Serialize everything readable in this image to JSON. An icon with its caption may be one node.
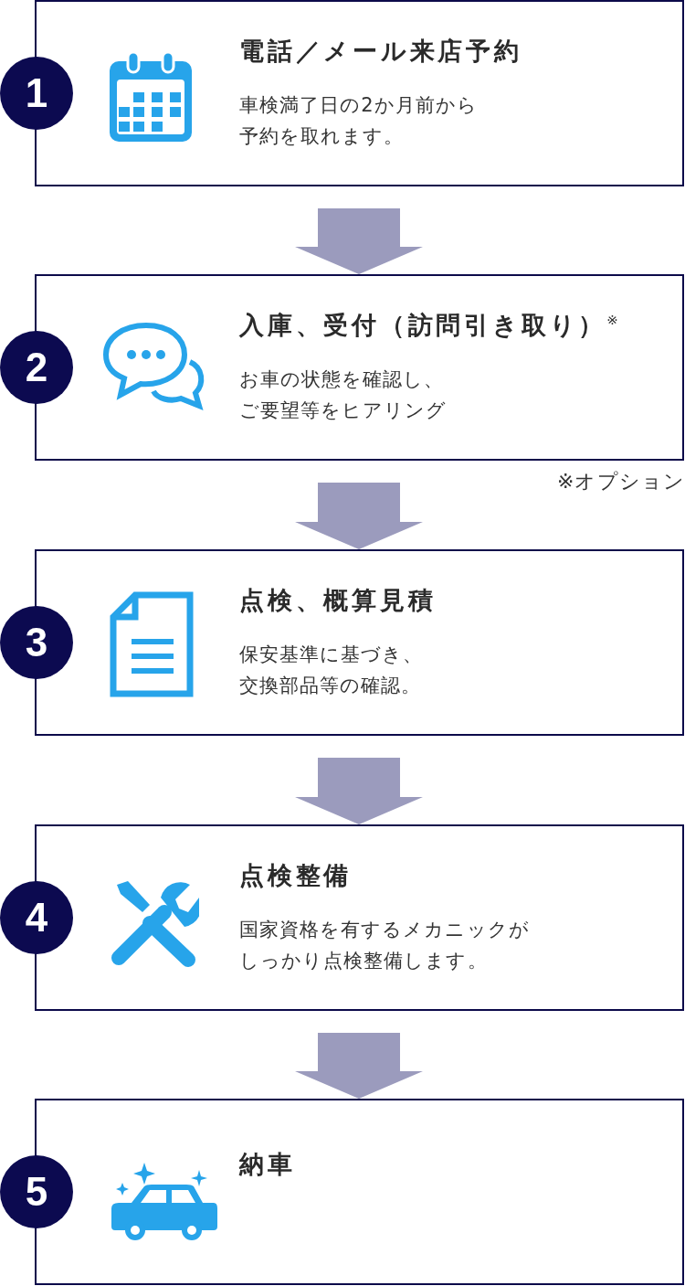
{
  "diagram": {
    "nodes": [
      {
        "text": [
          "1"
        ]
      },
      {
        "text": [
          "電話／メール来店予約",
          "車検満了日の2か月前から予約を取れます。"
        ]
      },
      {
        "text": [
          "2"
        ]
      },
      {
        "text": [
          "入庫、受付（訪問引き取り）$^{※}$",
          "お車の状態を確認し、ご要望等をヒアリング"
        ]
      },
      {
        "text": [
          "3"
        ]
      },
      {
        "text": [
          "点検、概算見積",
          "保安基準に基づき、交換部品等の確認。"
        ]
      },
      {
        "text": [
          "4"
        ]
      },
      {
        "text": [
          "点検整備",
          "国家資格を有するメカニックがしっかり点検整備します。"
        ]
      },
      {
        "text": [
          "5"
        ]
      },
      {
        "text": [
          "納車"
        ]
      }
    ],
    "edges": [
      {
        "from": 1,
        "to": 3,
        "arrow": "to"
      },
      {
        "from": 3,
        "to": 5,
        "arrow": "to"
      },
      {
        "from": 5,
        "to": 7,
        "arrow": "to"
      },
      {
        "from": 7,
        "to": 9,
        "arrow": "to"
      }
    ],
    "labels": [
      "※オプション"
    ]
  }
}
